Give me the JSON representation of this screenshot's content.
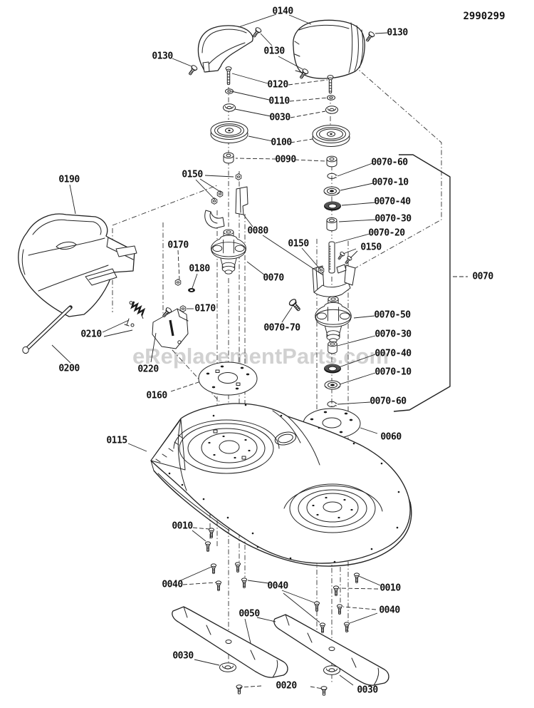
{
  "doc_number": "2990299",
  "watermark": "eReplacementParts.com",
  "labels": {
    "0010": "0010",
    "0020": "0020",
    "0030": "0030",
    "0040": "0040",
    "0050": "0050",
    "0060": "0060",
    "0070": "0070",
    "0070-10": "0070-10",
    "0070-20": "0070-20",
    "0070-30": "0070-30",
    "0070-40": "0070-40",
    "0070-50": "0070-50",
    "0070-60": "0070-60",
    "0070-70": "0070-70",
    "0080": "0080",
    "0090": "0090",
    "0100": "0100",
    "0110": "0110",
    "0115": "0115",
    "0120": "0120",
    "0130": "0130",
    "0140": "0140",
    "0150": "0150",
    "0160": "0160",
    "0170": "0170",
    "0180": "0180",
    "0190": "0190",
    "0200": "0200",
    "0210": "0210",
    "0220": "0220"
  }
}
